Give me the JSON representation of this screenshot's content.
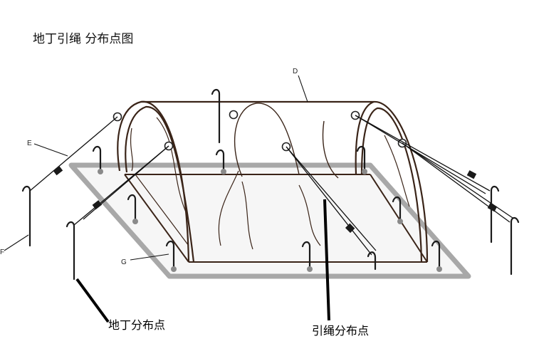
{
  "title": "地丁引绳 分布点图",
  "labels": {
    "d": "D",
    "e": "E",
    "f": "F",
    "g": "G",
    "stake_points": "地丁分布点",
    "rope_points": "引绳分布点"
  },
  "colors": {
    "outline": "#3a2418",
    "ground": "#a8a8a8",
    "ground_fill": "#f4f4f4",
    "rope": "#111111"
  }
}
